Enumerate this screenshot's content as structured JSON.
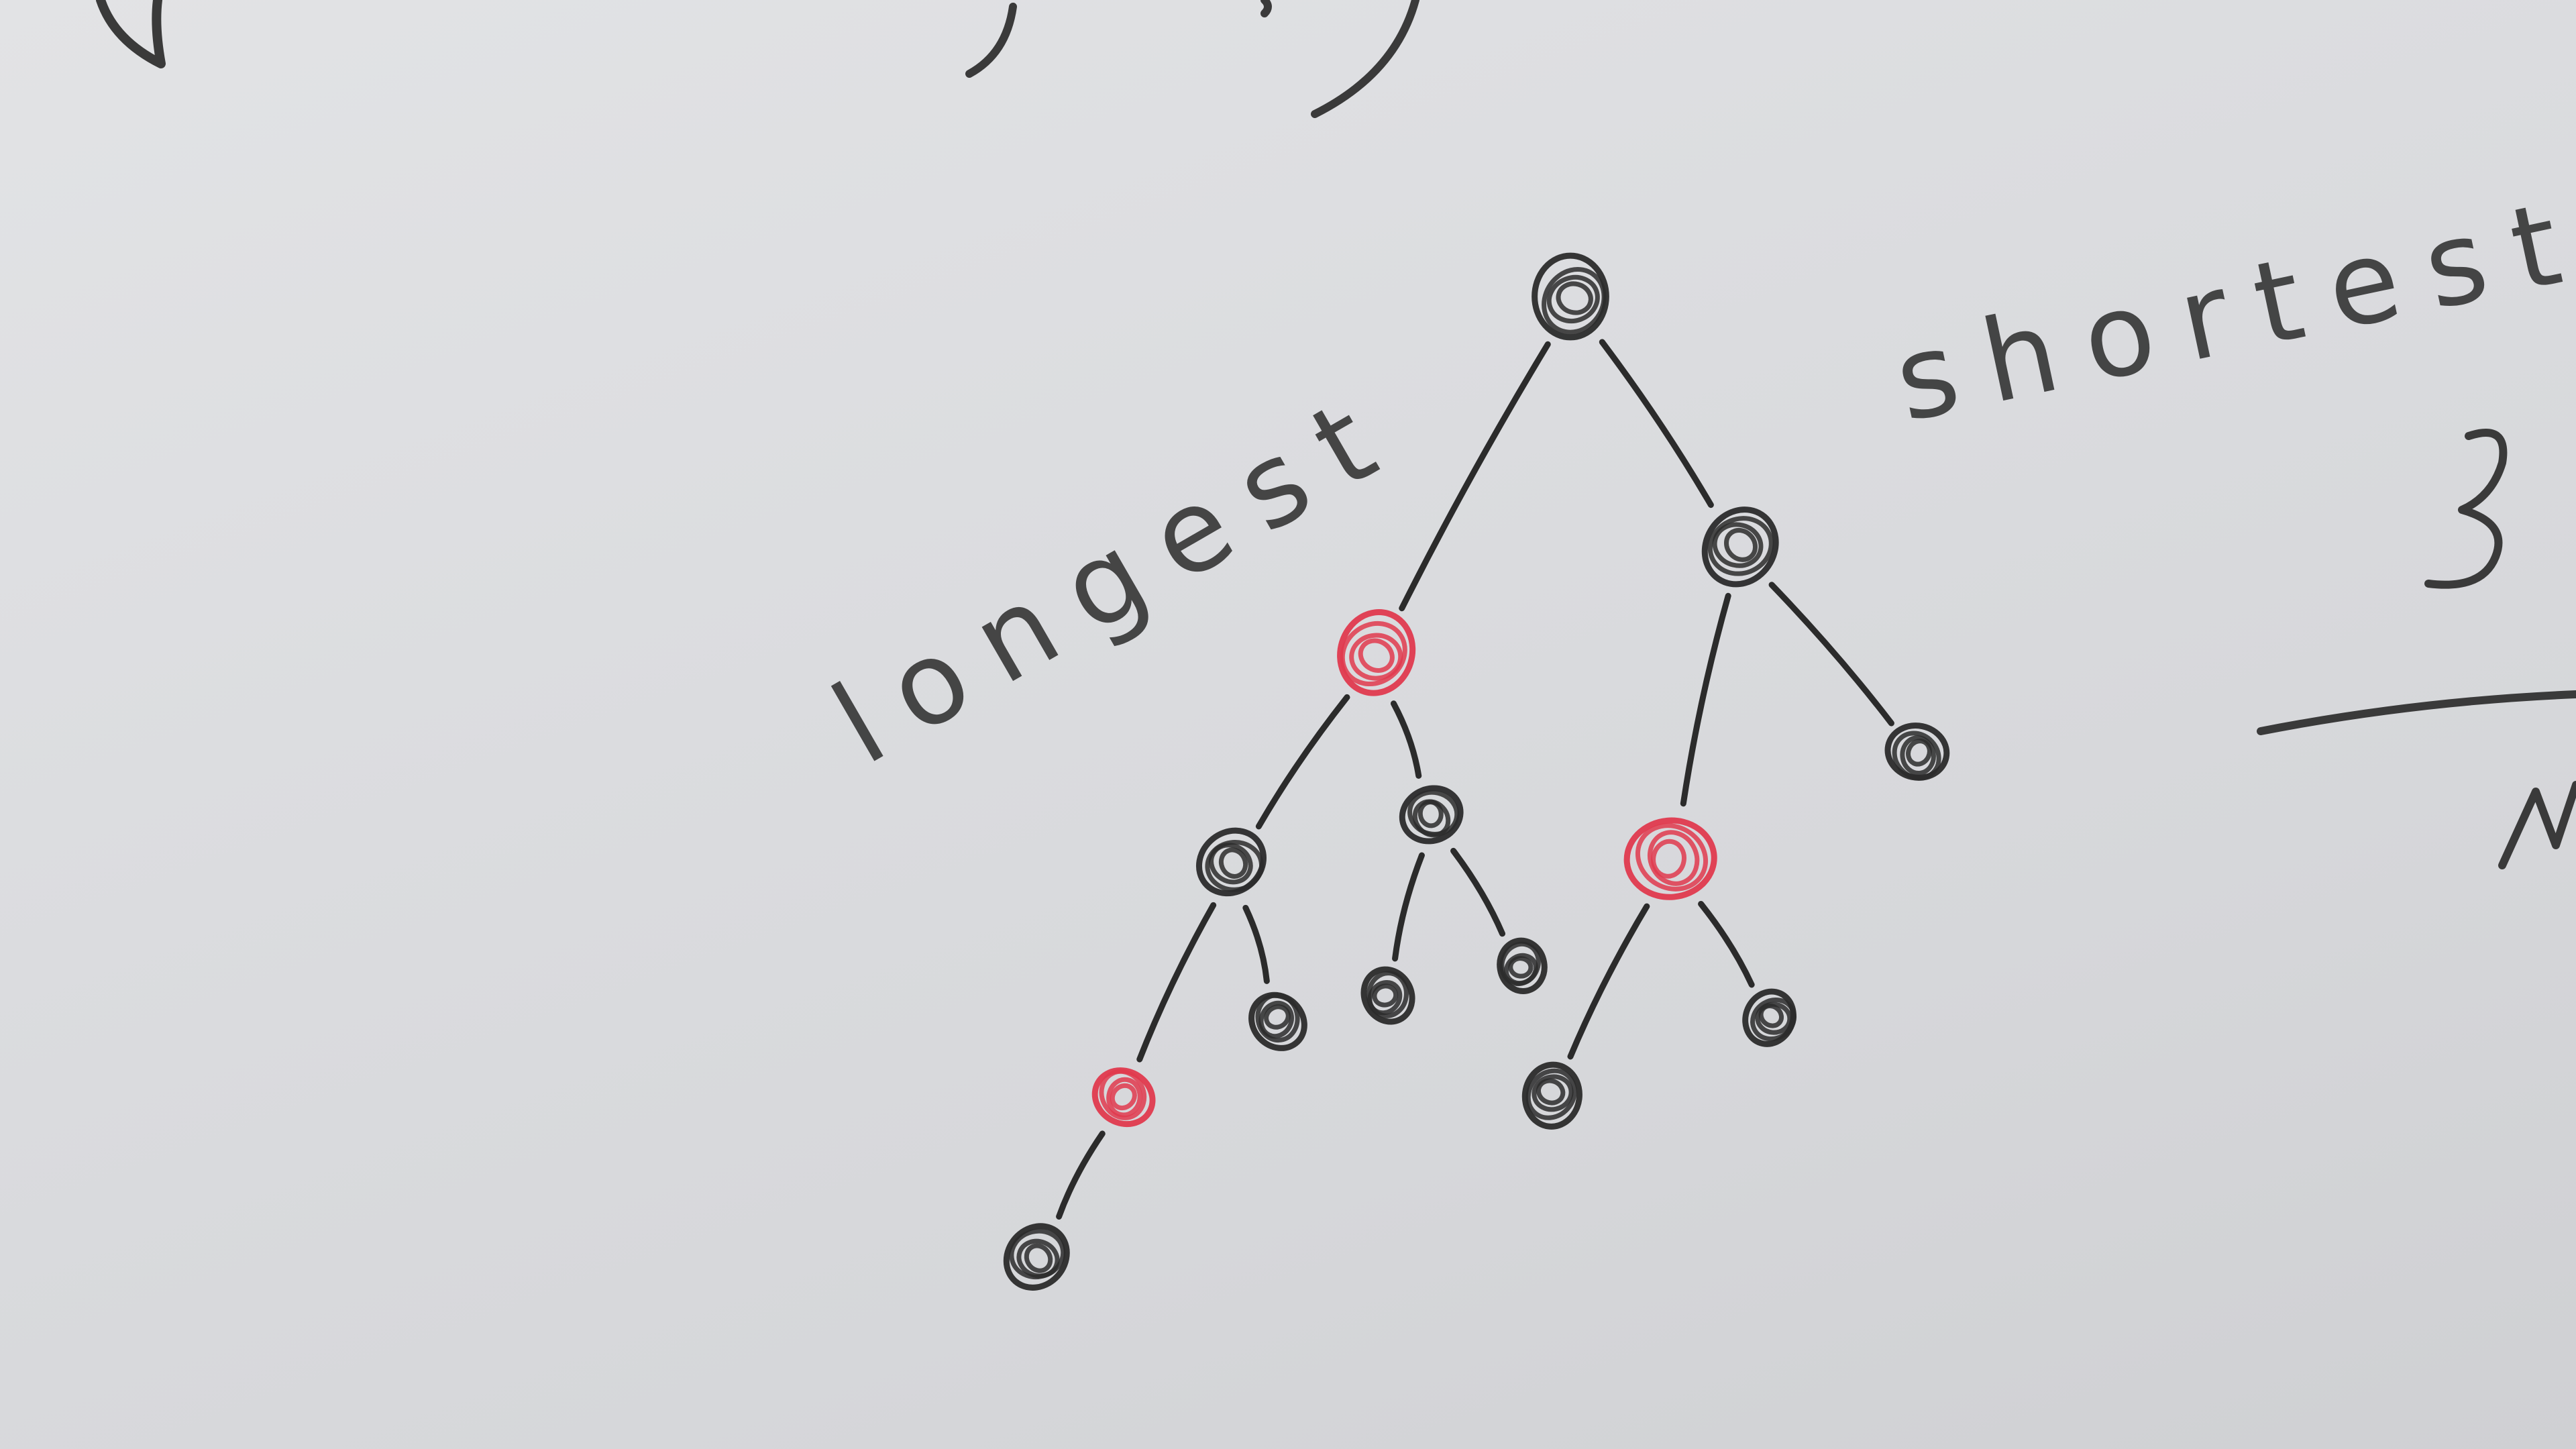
{
  "scene": {
    "colors": {
      "board": "#dcdde0",
      "black_ink": "#2b2b2b",
      "red_ink": "#e03a4e"
    },
    "labels": {
      "longest": "longest",
      "shortest": "shortest"
    },
    "tree": {
      "nodes": [
        {
          "id": "root",
          "color": "black"
        },
        {
          "id": "left-child",
          "color": "red"
        },
        {
          "id": "right-child",
          "color": "black"
        },
        {
          "id": "left-left",
          "color": "black"
        },
        {
          "id": "left-right",
          "color": "black"
        },
        {
          "id": "right-left",
          "color": "red"
        },
        {
          "id": "right-right",
          "color": "black"
        },
        {
          "id": "left-left-left",
          "color": "red"
        },
        {
          "id": "left-left-right",
          "color": "black"
        },
        {
          "id": "left-right-left",
          "color": "black"
        },
        {
          "id": "left-right-right",
          "color": "black"
        },
        {
          "id": "right-left-left",
          "color": "black"
        },
        {
          "id": "right-left-right",
          "color": "black"
        },
        {
          "id": "left-left-left-left",
          "color": "black"
        }
      ],
      "edges": [
        [
          "root",
          "left-child"
        ],
        [
          "root",
          "right-child"
        ],
        [
          "left-child",
          "left-left"
        ],
        [
          "left-child",
          "left-right"
        ],
        [
          "right-child",
          "right-left"
        ],
        [
          "right-child",
          "right-right"
        ],
        [
          "left-left",
          "left-left-left"
        ],
        [
          "left-left",
          "left-left-right"
        ],
        [
          "left-right",
          "left-right-left"
        ],
        [
          "left-right",
          "left-right-right"
        ],
        [
          "right-left",
          "right-left-left"
        ],
        [
          "right-left",
          "right-left-right"
        ],
        [
          "left-left-left",
          "left-left-left-left"
        ]
      ]
    }
  }
}
